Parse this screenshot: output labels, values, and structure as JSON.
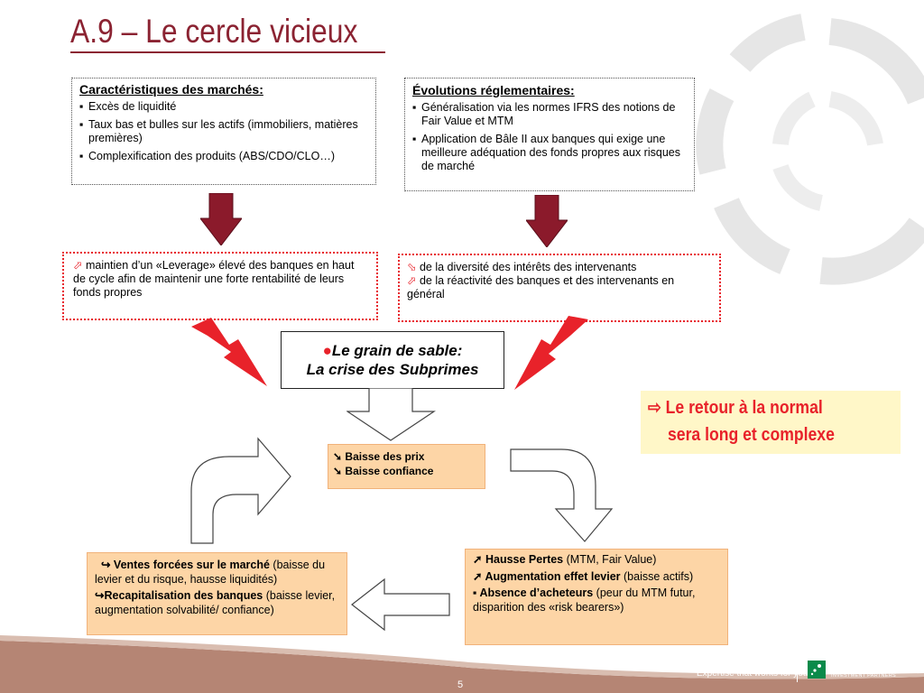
{
  "slide": {
    "title": "A.9 – Le cercle vicieux",
    "page_number": "5"
  },
  "markets_box": {
    "heading": "Caractéristiques des marchés:",
    "items": [
      "Excès de liquidité",
      "Taux bas et bulles sur les actifs (immobiliers, matières premières)",
      "Complexification des produits (ABS/CDO/CLO…)"
    ]
  },
  "regulation_box": {
    "heading": "Évolutions réglementaires:",
    "items": [
      "Généralisation via les normes IFRS des notions de Fair Value et MTM",
      "Application de Bâle II aux banques qui exige une meilleure adéquation des fonds propres aux risques de marché"
    ]
  },
  "leverage_box": {
    "line": "maintien d’un «Leverage» élevé des banques en haut de cycle afin de maintenir une forte rentabilité de leurs fonds propres"
  },
  "diversity_box": {
    "line1": "de la diversité des intérêts des intervenants",
    "line2": "de la réactivité des banques et des intervenants en général"
  },
  "grain_box": {
    "line1": "Le grain de sable:",
    "line2": "La crise des Subprimes"
  },
  "callout": {
    "line1": "Le retour à la normal",
    "line2": "sera long et complexe"
  },
  "prices_box": {
    "item1": "Baisse des prix",
    "item2": "Baisse confiance"
  },
  "losses_box": {
    "item1_bold": "Hausse Pertes",
    "item1_rest": " (MTM, Fair Value)",
    "item2_bold": "Augmentation effet levier",
    "item2_rest": " (baisse actifs)",
    "item3_bold": "Absence d’acheteurs",
    "item3_rest": " (peur du MTM futur, disparition des «risk bearers»)"
  },
  "sales_box": {
    "item1_bold": "Ventes forcées sur le marché",
    "item1_rest": " (baisse du levier et du risque, hausse liquidités)",
    "item2_bold": "Recapitalisation des banques",
    "item2_rest": " (baisse levier, augmentation solvabilité/ confiance)"
  },
  "footer": {
    "tagline": "Expertise that works for you",
    "brand": "BNP PARIBAS",
    "brand_sub": "INVESTMENT PARTNERS"
  },
  "colors": {
    "title": "#8b2332",
    "arrow_dark_red": "#8b1a2b",
    "lightning_red": "#e8222a",
    "callout_bg": "#fff7c8",
    "orange_box": "#fdd5a6",
    "footer_band": "#b58574"
  }
}
